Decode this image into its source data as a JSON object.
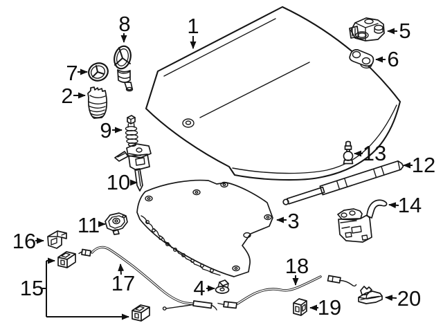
{
  "diagram": {
    "background_color": "#ffffff",
    "line_color": "#161616",
    "label_color": "#0e0e0e"
  },
  "callouts": [
    {
      "number": "1"
    },
    {
      "number": "2"
    },
    {
      "number": "3"
    },
    {
      "number": "4"
    },
    {
      "number": "5"
    },
    {
      "number": "6"
    },
    {
      "number": "7"
    },
    {
      "number": "8"
    },
    {
      "number": "9"
    },
    {
      "number": "10"
    },
    {
      "number": "11"
    },
    {
      "number": "12"
    },
    {
      "number": "13"
    },
    {
      "number": "14"
    },
    {
      "number": "15"
    },
    {
      "number": "16"
    },
    {
      "number": "17"
    },
    {
      "number": "18"
    },
    {
      "number": "19"
    },
    {
      "number": "20"
    }
  ]
}
